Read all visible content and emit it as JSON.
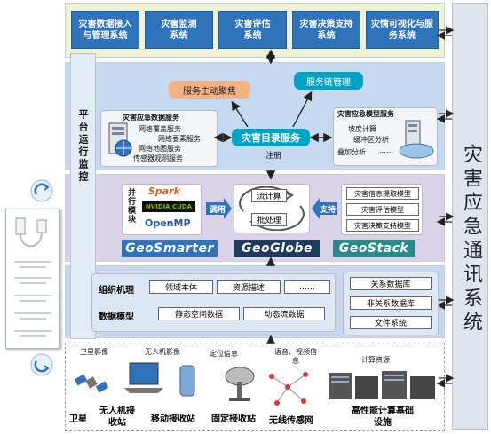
{
  "top_layer": {
    "systems": [
      "灾害数据接入与管理系统",
      "灾害监测系统",
      "灾害评估系统",
      "灾害决策支持系统",
      "灾情可视化与服务系统"
    ]
  },
  "service_layer": {
    "proactive_aggregation": "服务主动聚焦",
    "chain_management": "服务链管理",
    "catalog_service": "灾害目录服务",
    "register": "注册",
    "left_card": {
      "title": "灾害应急数据服务",
      "items": [
        "网络覆盖服务",
        "网络要素服务",
        "网络地图服务",
        "传感器观测服务"
      ]
    },
    "right_card": {
      "title": "灾害应急模型服务",
      "items": [
        "坡度计算",
        "缓冲区分析",
        "叠加分析",
        "……"
      ]
    }
  },
  "platform_column": {
    "label": "平台运行监控"
  },
  "tech_layer": {
    "parallel_label": "并行模块",
    "parallel_logos": [
      "Spark",
      "NVIDIA CUDA",
      "OpenMP"
    ],
    "call": "调用",
    "support": "支持",
    "globe_items": [
      "流计算",
      "批处理"
    ],
    "stack_items": [
      "灾害信息提取模型",
      "灾害评估模型",
      "灾害决策支持模型"
    ],
    "brands": [
      "GeoSmarter",
      "GeoGlobe",
      "GeoStack"
    ]
  },
  "data_layer": {
    "org_label": "组织机理",
    "org_items": [
      "领域本体",
      "资源描述",
      "……"
    ],
    "model_label": "数据模型",
    "model_items": [
      "静态空间数据",
      "动态流数据"
    ],
    "db_items": [
      "关系数据库",
      "非关系数据库",
      "文件系统"
    ]
  },
  "source_layer": {
    "image_labels": [
      "卫星影像",
      "无人机影像",
      "定位信息",
      "语音、视频信息",
      "计算资源"
    ],
    "station_labels": [
      "卫星",
      "无人机接收站",
      "移动接收站",
      "固定接收站",
      "无线传感网",
      "高性能计算基础设施"
    ]
  },
  "right_column": {
    "label": "灾害应急通讯系统"
  },
  "colors": {
    "accent": "#2f73ba",
    "layer_top": "#eef3d6",
    "layer_service": "#c5d9f1",
    "layer_tech": "#d9d2e9",
    "layer_data": "#c9d6ee",
    "orange": "#f4b183",
    "teal": "#00a3c4"
  }
}
